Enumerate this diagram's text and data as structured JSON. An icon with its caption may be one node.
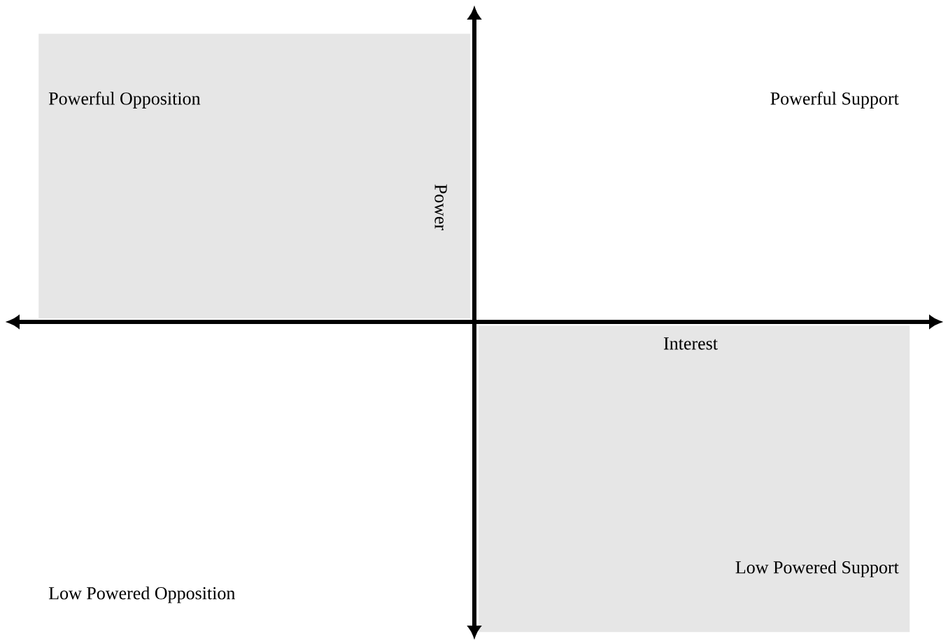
{
  "diagram": {
    "nodes": [
      {
        "text": [
          "Powerful Opposition"
        ]
      },
      {
        "text": [
          "Low Powered Support"
        ]
      }
    ],
    "labels": [
      "Powerful Support",
      "Power",
      "Interest",
      "Low Powered Opposition"
    ]
  }
}
